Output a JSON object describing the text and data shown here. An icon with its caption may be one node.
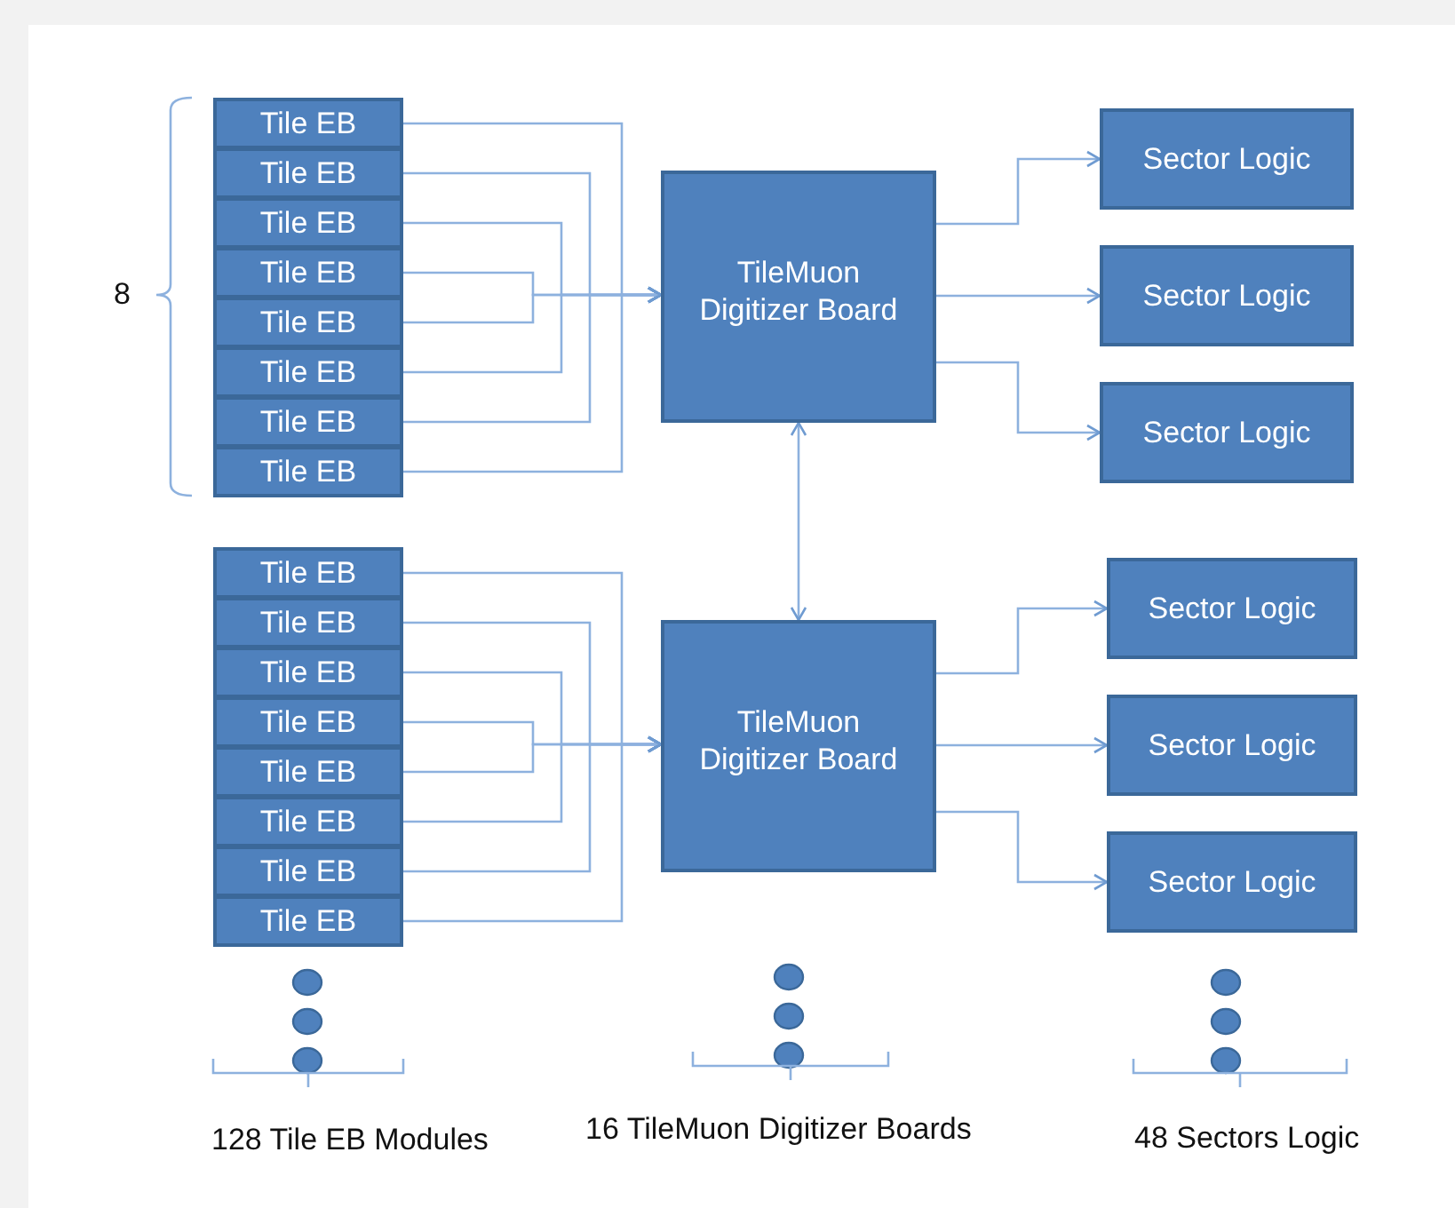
{
  "diagram": {
    "nodes": [
      {
        "text": [
          "Tile EB"
        ]
      },
      {
        "text": [
          "Tile EB"
        ]
      },
      {
        "text": [
          "Tile EB"
        ]
      },
      {
        "text": [
          "Tile EB"
        ]
      },
      {
        "text": [
          "Tile EB"
        ]
      },
      {
        "text": [
          "Tile EB"
        ]
      },
      {
        "text": [
          "Tile EB"
        ]
      },
      {
        "text": [
          "Tile EB"
        ]
      },
      {
        "text": [
          "TileMuon Digitizer Board"
        ]
      },
      {
        "text": [
          "Sector Logic"
        ]
      },
      {
        "text": [
          "Sector Logic"
        ]
      },
      {
        "text": [
          "Sector Logic"
        ]
      },
      {
        "text": [
          "Tile EB"
        ]
      },
      {
        "text": [
          "Tile EB"
        ]
      },
      {
        "text": [
          "Tile EB"
        ]
      },
      {
        "text": [
          "Tile EB"
        ]
      },
      {
        "text": [
          "Tile EB"
        ]
      },
      {
        "text": [
          "Tile EB"
        ]
      },
      {
        "text": [
          "Tile EB"
        ]
      },
      {
        "text": [
          "Tile EB"
        ]
      },
      {
        "text": [
          "TileMuon Digitizer Board"
        ]
      },
      {
        "text": [
          "Sector Logic"
        ]
      },
      {
        "text": [
          "Sector Logic"
        ]
      },
      {
        "text": [
          "Sector Logic"
        ]
      }
    ],
    "edges": [
      {
        "from": 0,
        "to": 8,
        "arrow": "to"
      },
      {
        "from": 1,
        "to": 8,
        "arrow": "to"
      },
      {
        "from": 2,
        "to": 8,
        "arrow": "to"
      },
      {
        "from": 3,
        "to": 8,
        "arrow": "to"
      },
      {
        "from": 4,
        "to": 8,
        "arrow": "to"
      },
      {
        "from": 5,
        "to": 8,
        "arrow": "to"
      },
      {
        "from": 6,
        "to": 8,
        "arrow": "to"
      },
      {
        "from": 7,
        "to": 8,
        "arrow": "to"
      },
      {
        "from": 8,
        "to": 9,
        "arrow": "to"
      },
      {
        "from": 8,
        "to": 10,
        "arrow": "to"
      },
      {
        "from": 8,
        "to": 11,
        "arrow": "to"
      },
      {
        "from": 8,
        "to": 20,
        "arrow": "both"
      },
      {
        "from": 12,
        "to": 20,
        "arrow": "to"
      },
      {
        "from": 13,
        "to": 20,
        "arrow": "to"
      },
      {
        "from": 14,
        "to": 20,
        "arrow": "to"
      },
      {
        "from": 15,
        "to": 20,
        "arrow": "to"
      },
      {
        "from": 16,
        "to": 20,
        "arrow": "to"
      },
      {
        "from": 17,
        "to": 20,
        "arrow": "to"
      },
      {
        "from": 18,
        "to": 20,
        "arrow": "to"
      },
      {
        "from": 19,
        "to": 20,
        "arrow": "to"
      },
      {
        "from": 20,
        "to": 21,
        "arrow": "to"
      },
      {
        "from": 20,
        "to": 22,
        "arrow": "to"
      },
      {
        "from": 20,
        "to": 23,
        "arrow": "to"
      }
    ],
    "labels": [
      "8",
      "128 Tile EB Modules",
      "16 TileMuon Digitizer Boards",
      "48 Sectors Logic"
    ]
  }
}
